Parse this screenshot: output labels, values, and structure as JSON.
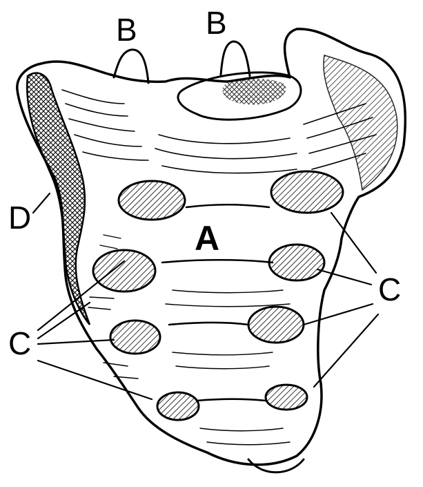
{
  "figure": {
    "labels": {
      "A": "A",
      "B_left": "B",
      "B_right": "B",
      "C_left": "C",
      "C_right": "C",
      "D": "D"
    }
  }
}
